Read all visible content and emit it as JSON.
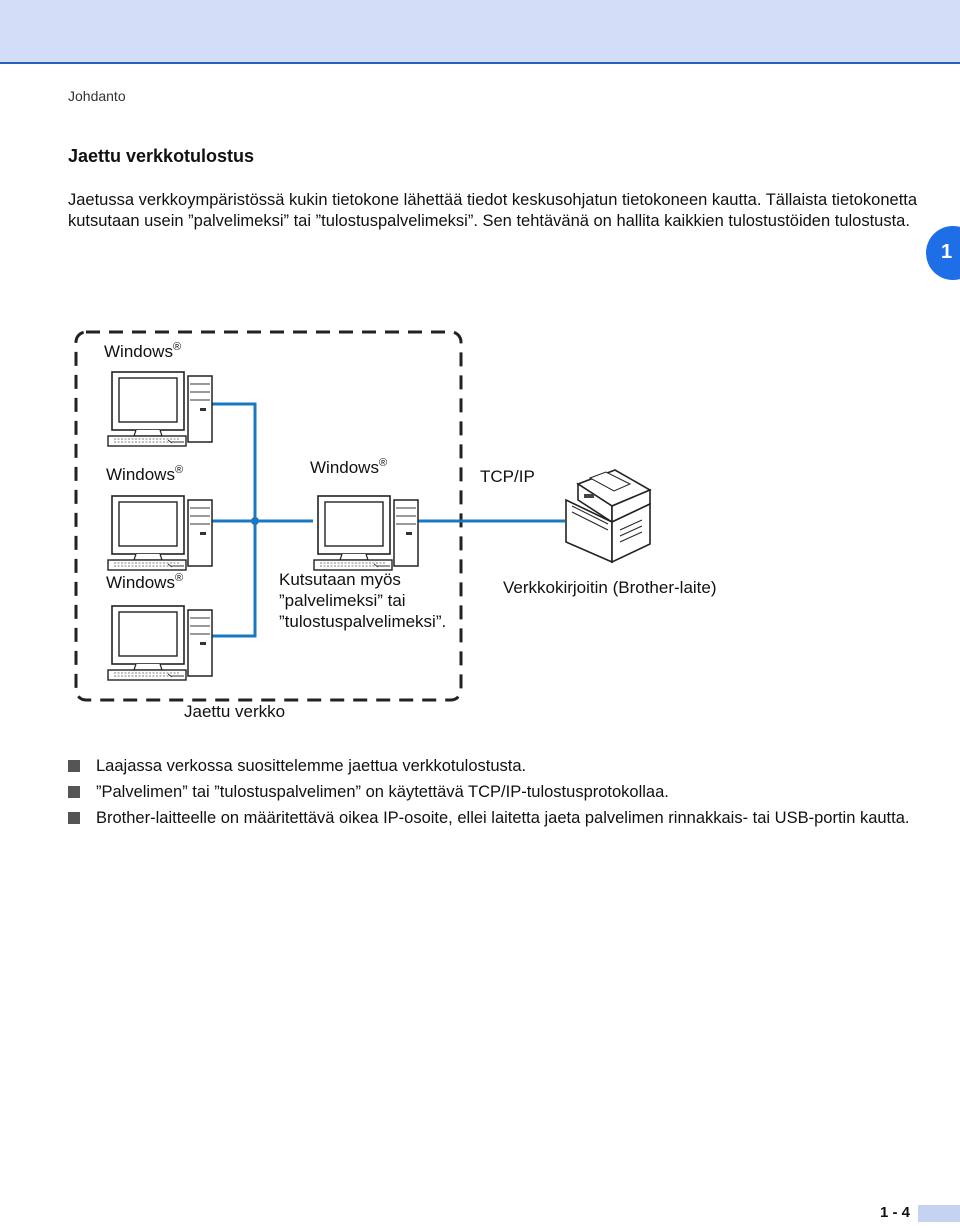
{
  "header": {
    "breadcrumb": "Johdanto",
    "band_color": "#d3ddf8",
    "line_color": "#2563b8"
  },
  "section": {
    "title": "Jaettu verkkotulostus",
    "intro": "Jaetussa verkkoympäristössä kukin tietokone lähettää tiedot keskusohjatun tietokoneen kautta. Tällaista tietokonetta kutsutaan usein ”palvelimeksi” tai ”tulostuspalvelimeksi”. Sen tehtävänä on hallita kaikkien tulostustöiden tulostusta."
  },
  "chapter_tab": {
    "label": "1",
    "color": "#1e6ee8"
  },
  "diagram": {
    "client_1_label": "Windows",
    "client_2_label": "Windows",
    "client_3_label": "Windows",
    "server_label": "Windows",
    "registered_mark": "®",
    "server_note_line1": "Kutsutaan myös",
    "server_note_line2": "”palvelimeksi” tai",
    "server_note_line3": "”tulostuspalvelimeksi”.",
    "protocol_label": "TCP/IP",
    "printer_label": "Verkkokirjoitin (Brother-laite)",
    "network_label": "Jaettu verkko",
    "cable_color": "#1a78c2"
  },
  "bullets": [
    "Laajassa verkossa suosittelemme jaettua verkkotulostusta.",
    "”Palvelimen” tai ”tulostuspalvelimen” on käytettävä TCP/IP-tulostusprotokollaa.",
    "Brother-laitteelle on määritettävä oikea IP-osoite, ellei laitetta jaeta palvelimen rinnakkais- tai USB-portin kautta."
  ],
  "footer": {
    "page_number": "1 - 4"
  }
}
